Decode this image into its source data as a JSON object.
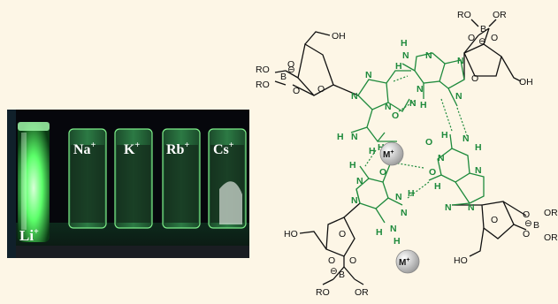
{
  "photo": {
    "vials": [
      {
        "ion": "Li",
        "charge": "+"
      },
      {
        "ion": "Na",
        "charge": "+"
      },
      {
        "ion": "K",
        "charge": "+"
      },
      {
        "ion": "Rb",
        "charge": "+"
      },
      {
        "ion": "Cs",
        "charge": "+"
      }
    ]
  },
  "molecule": {
    "ester_group": "RO",
    "ester_group_right": "OR",
    "boron": "B",
    "minus": "⊖",
    "oxygen": "O",
    "hydroxyl": "OH",
    "hydroxyl_left": "HO",
    "nitrogen": "N",
    "hydrogen": "H",
    "metal_ion": "M",
    "metal_charge": "+"
  },
  "colors": {
    "guanine": "#1e8a3c",
    "sugar": "#111111",
    "fluorescence": "#5cff6a",
    "metal_sphere": "#cfcfcf"
  }
}
